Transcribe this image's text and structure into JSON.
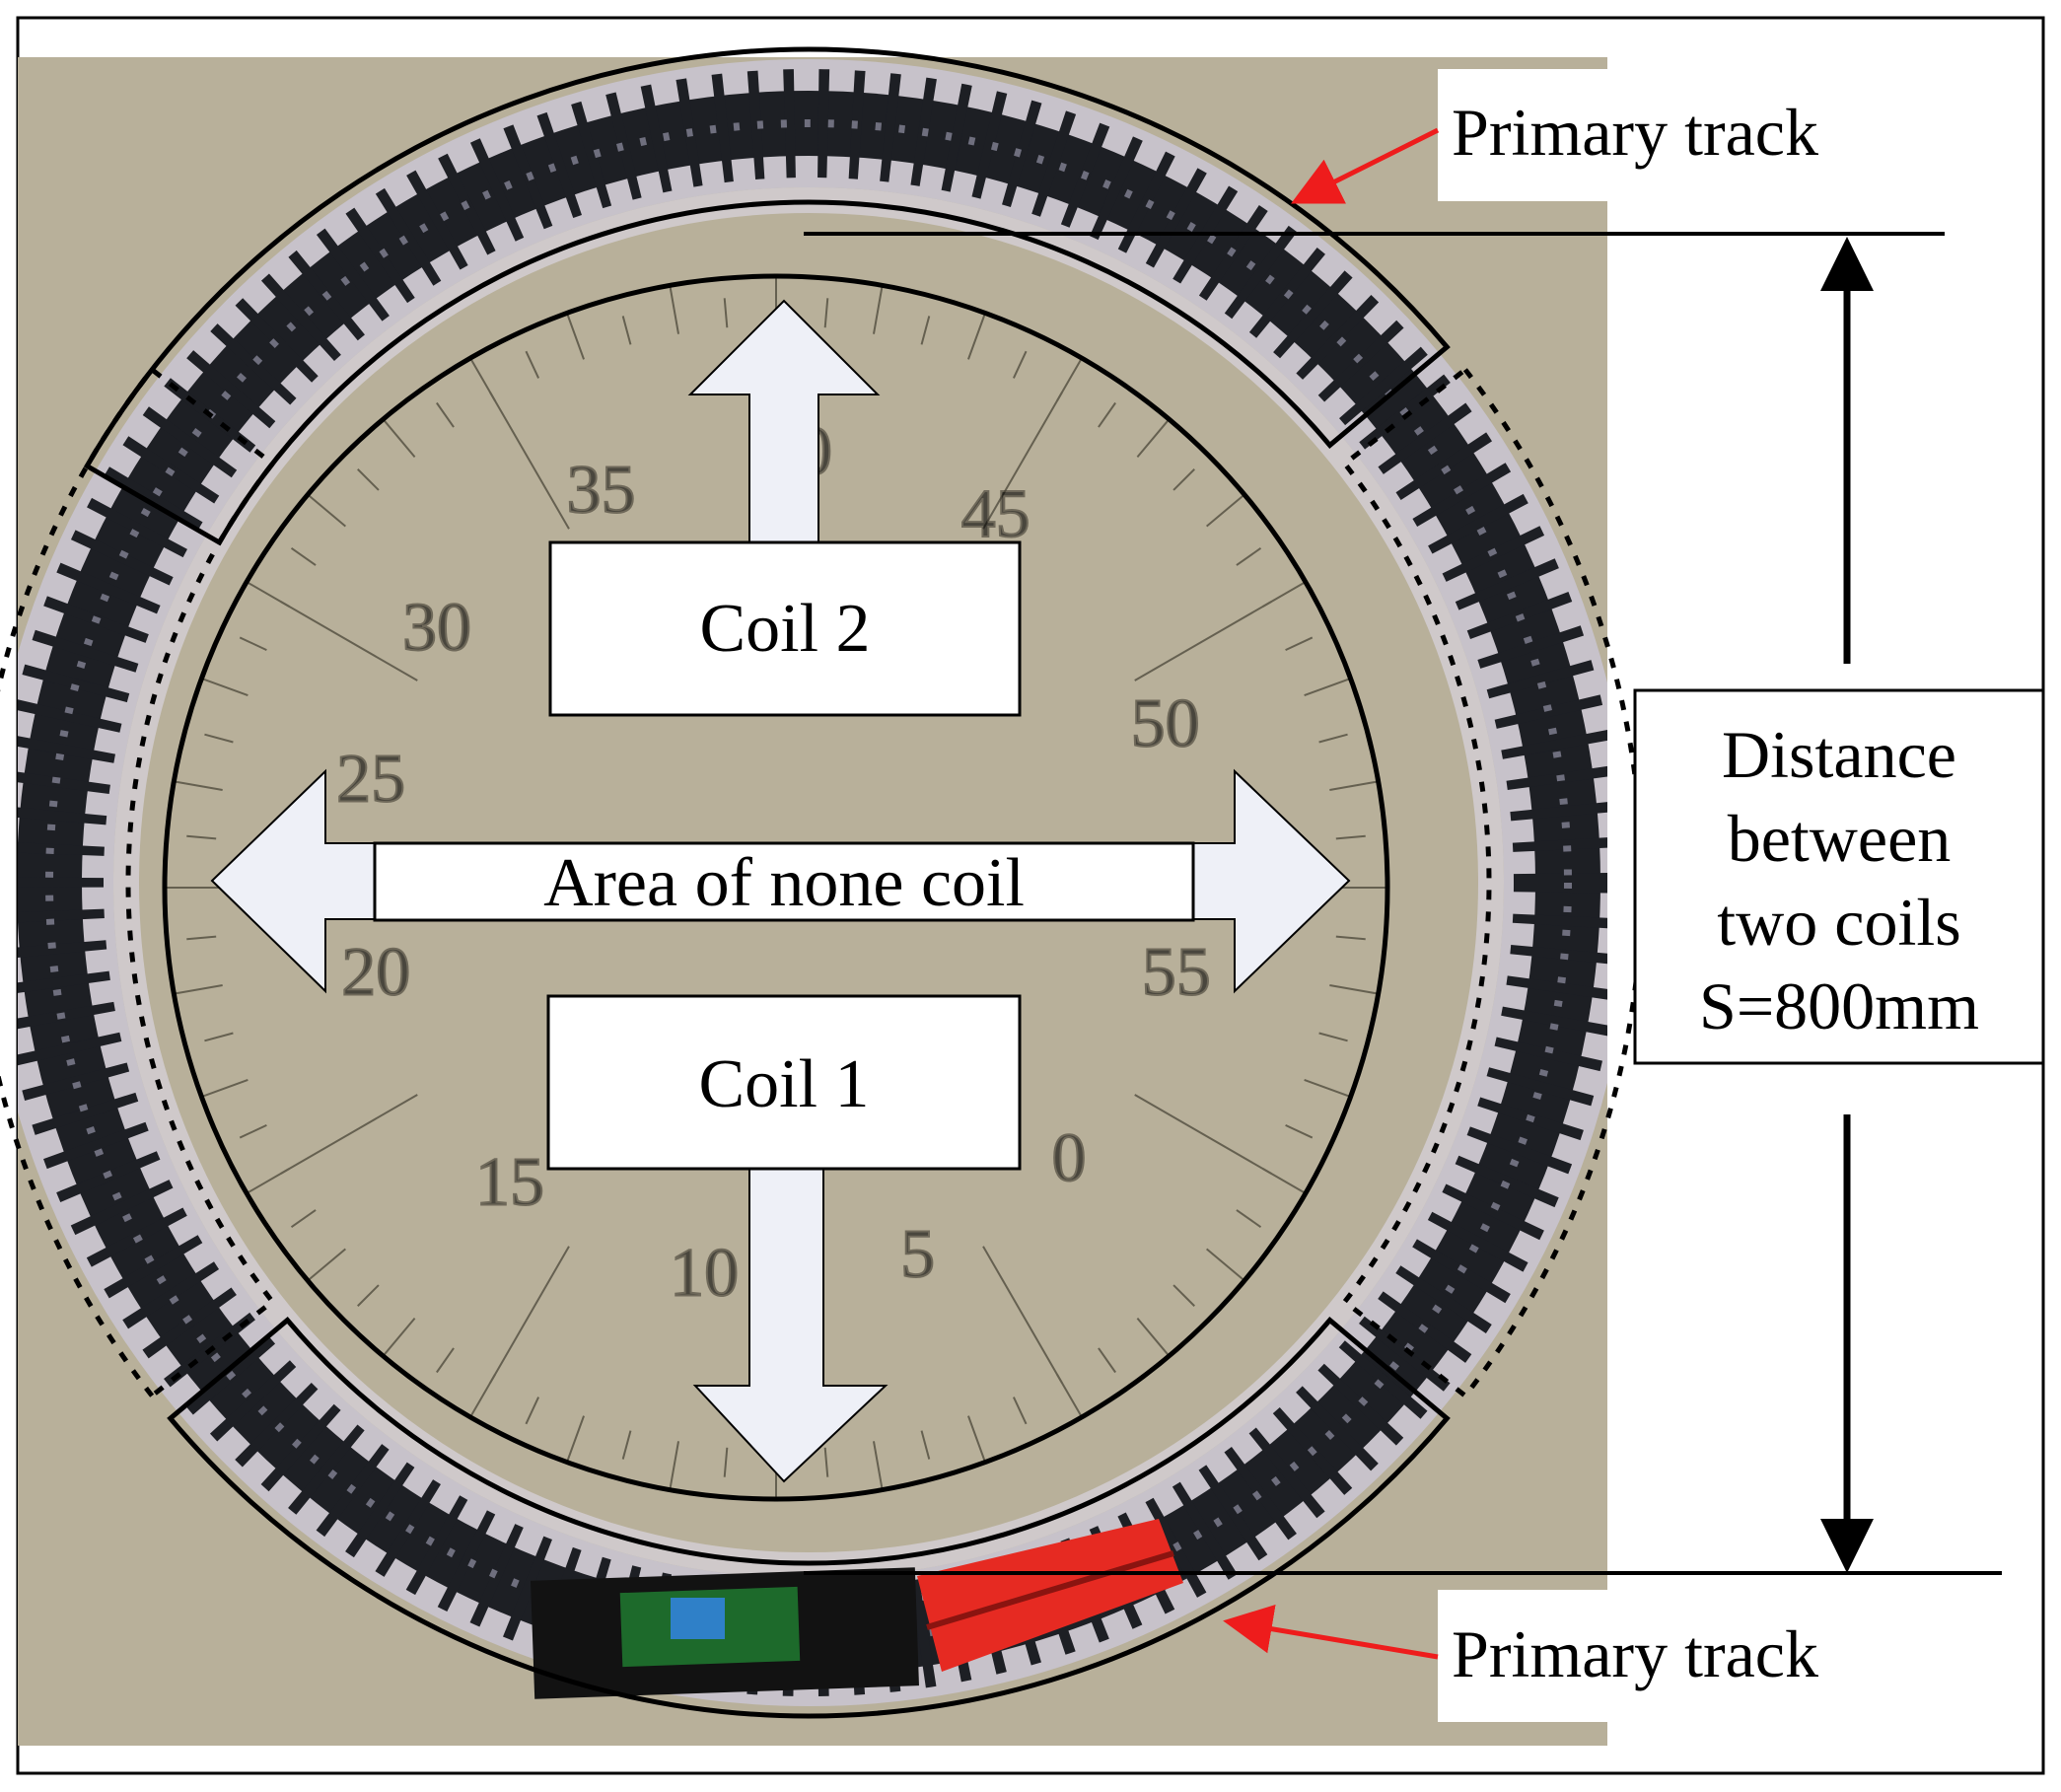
{
  "colors": {
    "board": "#b8b09a",
    "track_dark": "#1d1f24",
    "track_light": "#c9c4cf",
    "arrow_fill": "#eef0f7",
    "annotation_red": "#ee1c1c",
    "vehicle_red": "#e62a22",
    "vehicle_black": "#121212",
    "pcb_green": "#1d6a2b",
    "pcb_blue": "#2f80c8"
  },
  "labels": {
    "primary_track_top": "Primary track",
    "primary_track_bottom": "Primary track",
    "coil_2": "Coil 2",
    "coil_1": "Coil 1",
    "area_none_coil": "Area of none coil",
    "distance_line1": "Distance",
    "distance_line2": "between",
    "distance_line3": "two coils",
    "distance_line4": "S=800mm"
  },
  "board_numbers": [
    "35",
    "40",
    "45",
    "30",
    "50",
    "25",
    "55",
    "20",
    "15",
    "10",
    "5",
    "0"
  ],
  "icons": {
    "double_arrow": "vertical-double-arrow-icon",
    "callout": "red-callout-arrow-icon"
  }
}
